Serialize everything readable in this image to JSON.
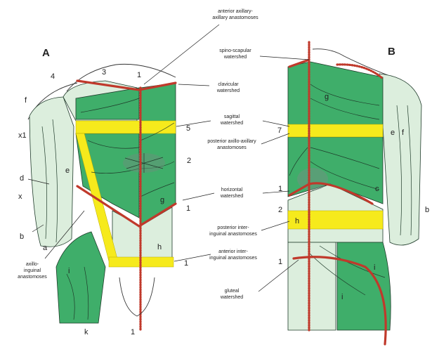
{
  "panels": {
    "a": "A",
    "b": "B"
  },
  "callouts": {
    "anterior_axillary": [
      "anterior axillary-",
      "axillary anastomoses"
    ],
    "spino_scapular": [
      "spino-scapular",
      "watershed"
    ],
    "clavicular": [
      "clavicular",
      "watershed"
    ],
    "sagittal": [
      "sagittal",
      "watershed"
    ],
    "posterior_axillary": [
      "posterior axillo-axillary",
      "anastomoses"
    ],
    "horizontal": [
      "horizontal",
      "watershed"
    ],
    "posterior_inguinal": [
      "posterior inter-",
      "inguinal anastomoses"
    ],
    "anterior_inguinal": [
      "anterior inter-",
      "inguinal anastomoses"
    ],
    "gluteal": [
      "gluteal",
      "watershed"
    ],
    "axillo_inguinal": [
      "axillo-",
      "inguinal",
      "anastomoses"
    ]
  },
  "labels_a": {
    "n1_top": "1",
    "n3": "3",
    "n4": "4",
    "f": "f",
    "x1": "x1",
    "d": "d",
    "x": "x",
    "b": "b",
    "a": "a",
    "e": "e",
    "n5": "5",
    "n2": "2",
    "g": "g",
    "n1_mid": "1",
    "h": "h",
    "n1_low": "1",
    "i": "i",
    "k": "k",
    "n1_bottom": "1"
  },
  "labels_b": {
    "g": "g",
    "n7": "7",
    "n1_mid": "1",
    "n2": "2",
    "h": "h",
    "n1_low": "1",
    "e": "e",
    "f": "f",
    "c": "c",
    "b": "b",
    "i": "i",
    "j": "i"
  },
  "colors": {
    "green": "#3fae6a",
    "light_green": "#dceedd",
    "yellow": "#f6ea1c",
    "watershed_red": "#c0392b"
  }
}
